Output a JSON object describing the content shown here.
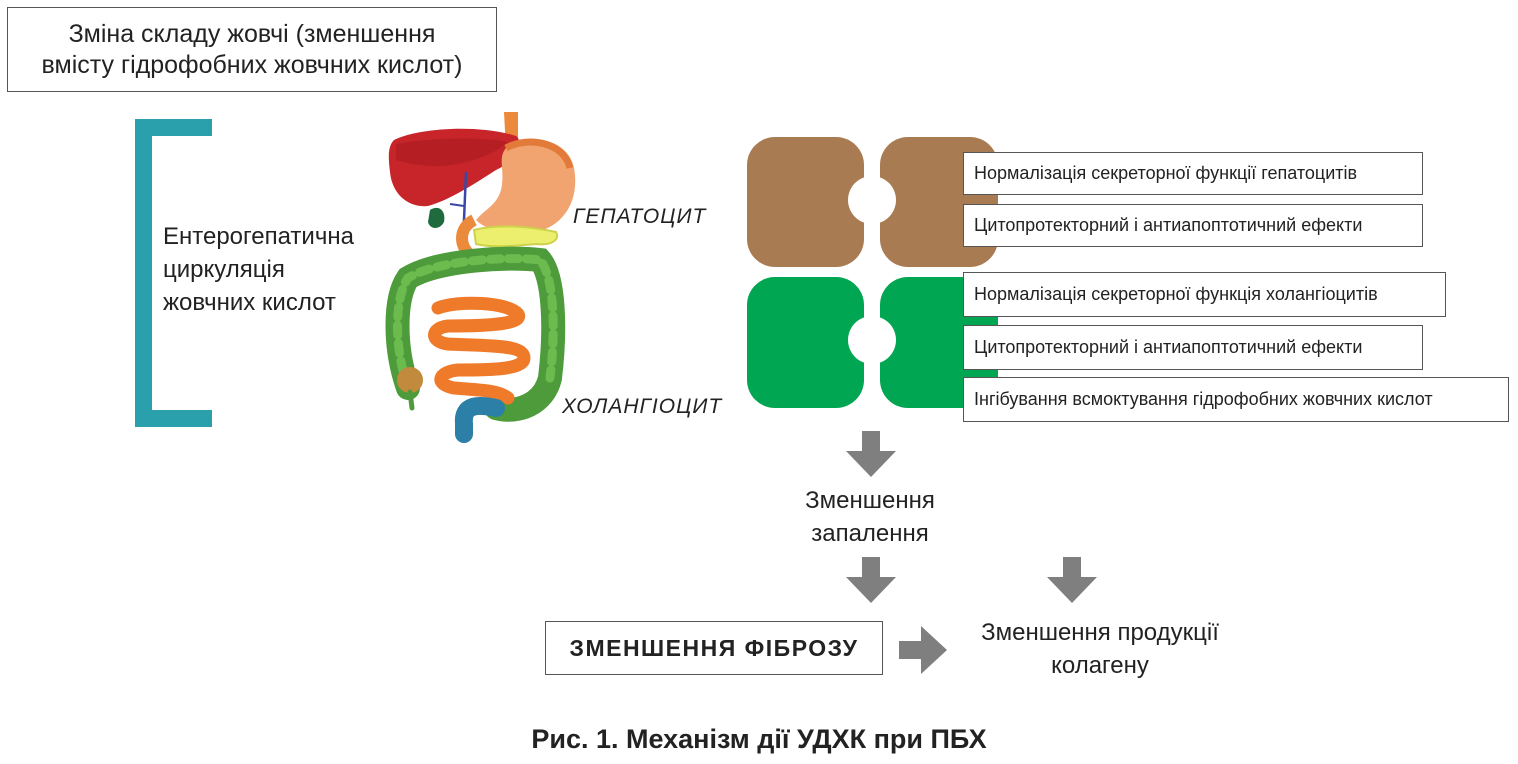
{
  "title": "Рис. 1. Механізм дії УДХК при ПБХ",
  "top_box": {
    "line1": "Зміна складу жовчі (зменшення",
    "line2": "вмісту гідрофобних жовчних кислот)"
  },
  "enterohepatic": {
    "line1": "Ентерогепатична",
    "line2": "циркуляція",
    "line3": "жовчних кислот"
  },
  "hepatocyte_label": "ГЕПАТОЦИТ",
  "cholangiocyte_label": "ХОЛАНГІОЦИТ",
  "hepatocyte_effects": [
    "Нормалізація секреторної функції гепатоцитів",
    "Цитопротекторний і антиапоптотичний ефекти"
  ],
  "cholangiocyte_effects": [
    "Нормалізація секреторної функція холангіоцитів",
    "Цитопротекторний і антиапоптотичний ефекти",
    "Інгібування всмоктування гідрофобних жовчних кислот"
  ],
  "inflammation": {
    "line1": "Зменшення",
    "line2": "запалення"
  },
  "fibrosis": "ЗМЕНШЕННЯ ФІБРОЗУ",
  "collagen": {
    "line1": "Зменшення продукції",
    "line2": "колагену"
  },
  "colors": {
    "bracket": "#2aa0ad",
    "hepatocyte": "#a97b53",
    "cholangiocyte": "#00a651",
    "arrow": "#7f7f7f"
  }
}
